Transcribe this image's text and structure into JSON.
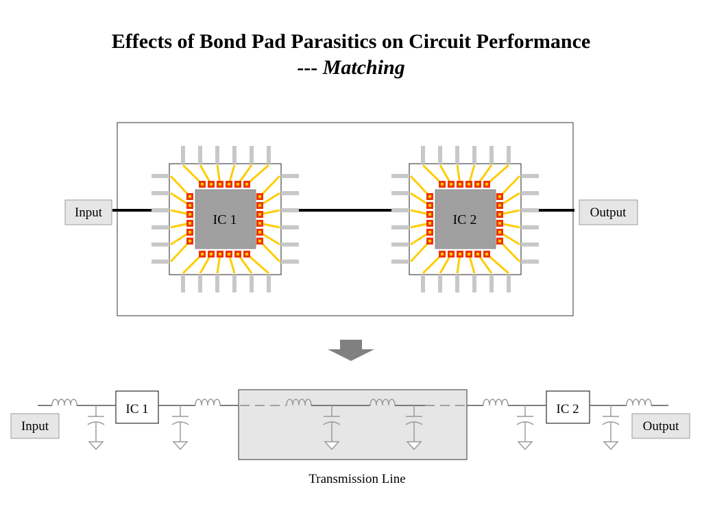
{
  "title": {
    "line1": "Effects of Bond Pad Parasitics on Circuit Performance",
    "line2_prefix": "---",
    "line2_italic": "Matching"
  },
  "top_diagram": {
    "input_label": "Input",
    "output_label": "Output",
    "chips": [
      {
        "label": "IC 1"
      },
      {
        "label": "IC 2"
      }
    ]
  },
  "bottom_circuit": {
    "input_label": "Input",
    "output_label": "Output",
    "ic1_label": "IC 1",
    "ic2_label": "IC 2",
    "transmission_line_label": "Transmission Line"
  },
  "colors": {
    "pin": "#c8c8c8",
    "wire": "#ffcc00",
    "pad_fill": "#ee3300",
    "pad_inner": "#ffcc00",
    "die": "#a0a0a0",
    "label_box": "#e6e6e6",
    "circuit_gray": "#9a9a9a",
    "tline_box": "#e6e6e6",
    "arrow": "#808080"
  }
}
